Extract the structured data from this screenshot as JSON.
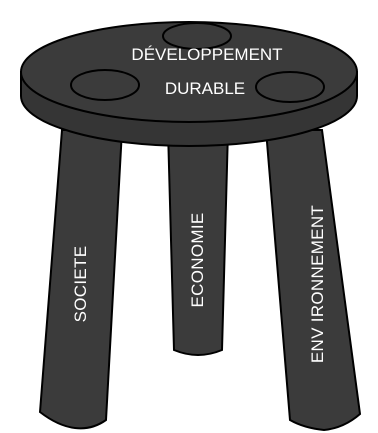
{
  "seat": {
    "title_line1": "DÉVELOPPEMENT",
    "title_line2": "DURABLE"
  },
  "legs": {
    "left": "SOCIETE",
    "middle": "ECONOMIE",
    "right": "ENV IRONNEMENT"
  },
  "colors": {
    "body": "#3b3b3b",
    "outline": "#000000",
    "text": "#ffffff"
  }
}
